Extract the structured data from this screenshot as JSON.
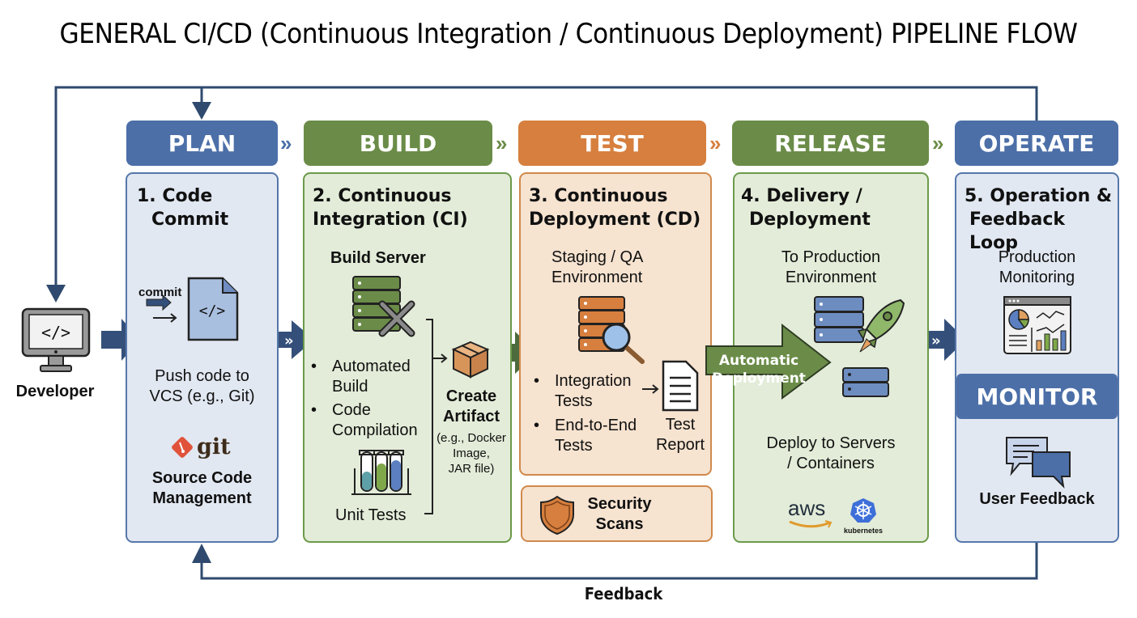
{
  "title": "GENERAL CI/CD (Continuous Integration / Continuous Deployment) PIPELINE FLOW",
  "developer": {
    "label": "Developer",
    "icon": "monitor-code-icon"
  },
  "feedback_label": "Feedback",
  "colors": {
    "blue": "#4c6fa8",
    "green": "#6b8c48",
    "orange": "#d67f3e",
    "navy": "#2f4a6e"
  },
  "stages": [
    {
      "header": "PLAN",
      "step": [
        "1. Code",
        "Commit"
      ],
      "commit_label": "commit",
      "description": [
        "Push code to",
        "VCS (e.g., Git)"
      ],
      "logo": "git",
      "footer": [
        "Source Code",
        "Management"
      ]
    },
    {
      "header": "BUILD",
      "step": [
        "2. Continuous",
        "Integration (CI)"
      ],
      "subtitle": "Build Server",
      "bullets": [
        [
          "Automated",
          "Build"
        ],
        [
          "Code",
          "Compilation"
        ]
      ],
      "unit_tests": "Unit Tests",
      "artifact_title": [
        "Create",
        "Artifact"
      ],
      "artifact_desc": [
        "(e.g., Docker",
        "Image,",
        "JAR file)"
      ]
    },
    {
      "header": "TEST",
      "step": [
        "3. Continuous",
        "Deployment (CD)"
      ],
      "subtitle": [
        "Staging / QA",
        "Environment"
      ],
      "bullets": [
        [
          "Integration",
          "Tests"
        ],
        [
          "End-to-End",
          "Tests"
        ]
      ],
      "report": [
        "Test",
        "Report"
      ],
      "security": [
        "Security",
        "Scans"
      ]
    },
    {
      "header": "RELEASE",
      "step": [
        "4. Delivery /",
        "Deployment"
      ],
      "subtitle": [
        "To Production",
        "Environment"
      ],
      "auto_deploy": [
        "Automatic",
        "Deployment"
      ],
      "deploy_desc": [
        "Deploy to Servers",
        "/ Containers"
      ],
      "logos": [
        "aws",
        "kubernetes"
      ]
    },
    {
      "header": "OPERATE",
      "step": [
        "5. Operation &",
        "Feedback Loop"
      ],
      "subtitle": [
        "Production",
        "Monitoring"
      ],
      "monitor_header": "MONITOR",
      "feedback": "User Feedback"
    }
  ],
  "chevron": "»"
}
